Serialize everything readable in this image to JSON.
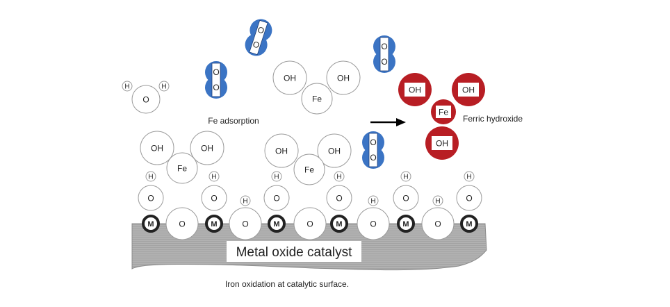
{
  "labels": {
    "surface": "Metal oxide catalyst",
    "fe_adsorption": "Fe adsorption",
    "ferric_hydroxide": "Ferric hydroxide",
    "caption": "Iron oxidation at catalytic surface."
  },
  "atoms": {
    "metal": "M",
    "oxygen": "O",
    "hydrogen": "H",
    "iron": "Fe",
    "hydroxyl": "OH"
  },
  "colors": {
    "o2_blue": "#3b74c4",
    "ferric_red": "#b81e24",
    "catalyst_gray": "#a9a9a9",
    "atom_outline": "#9a9a9a"
  }
}
